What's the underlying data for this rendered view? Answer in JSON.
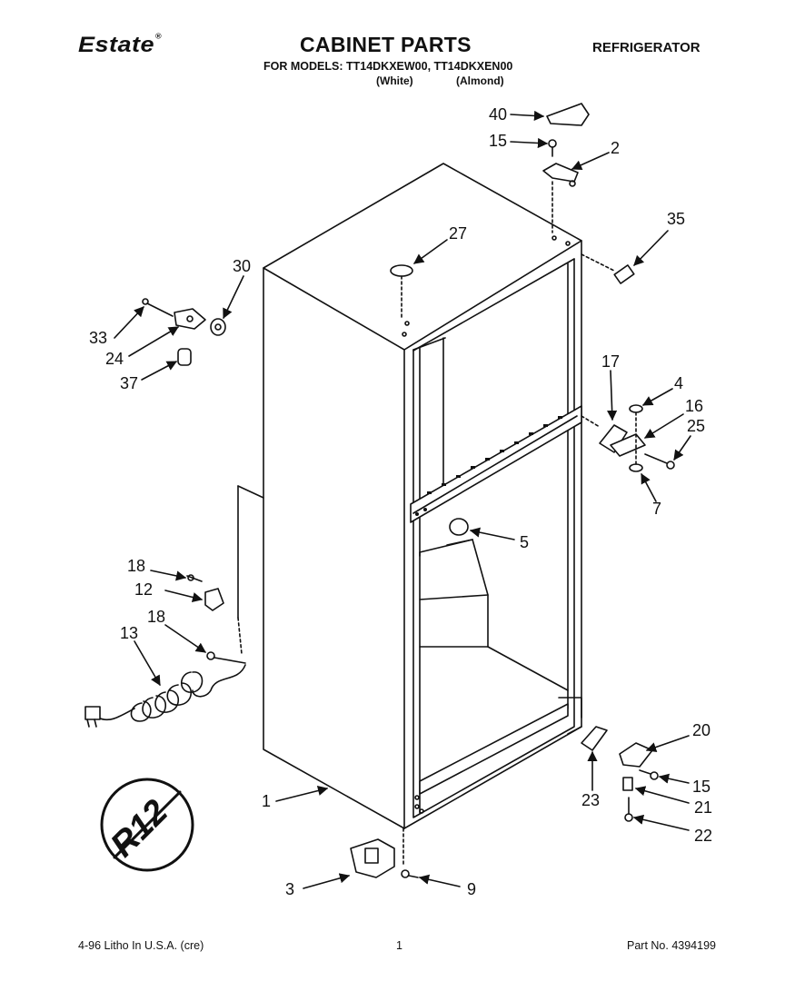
{
  "header": {
    "brand": "Estate",
    "brand_mark": "®",
    "title": "CABINET PARTS",
    "appliance": "REFRIGERATOR",
    "models_line": "FOR MODELS: TT14DKXEW00, TT14DKXEN00",
    "color_white": "(White)",
    "color_almond": "(Almond)"
  },
  "callouts": {
    "p1": "1",
    "p2": "2",
    "p3": "3",
    "p4": "4",
    "p5": "5",
    "p7": "7",
    "p9": "9",
    "p12": "12",
    "p13": "13",
    "p15a": "15",
    "p15b": "15",
    "p16": "16",
    "p17": "17",
    "p18a": "18",
    "p18b": "18",
    "p20": "20",
    "p21": "21",
    "p22": "22",
    "p23": "23",
    "p24": "24",
    "p25": "25",
    "p27": "27",
    "p30": "30",
    "p33": "33",
    "p35": "35",
    "p37": "37",
    "p40": "40"
  },
  "refrigerant_mark": "R12",
  "footer": {
    "left": "4-96 Litho In U.S.A. (cre)",
    "page": "1",
    "part_no": "Part No. 4394199"
  },
  "colors": {
    "ink": "#111111",
    "paper": "#ffffff"
  }
}
